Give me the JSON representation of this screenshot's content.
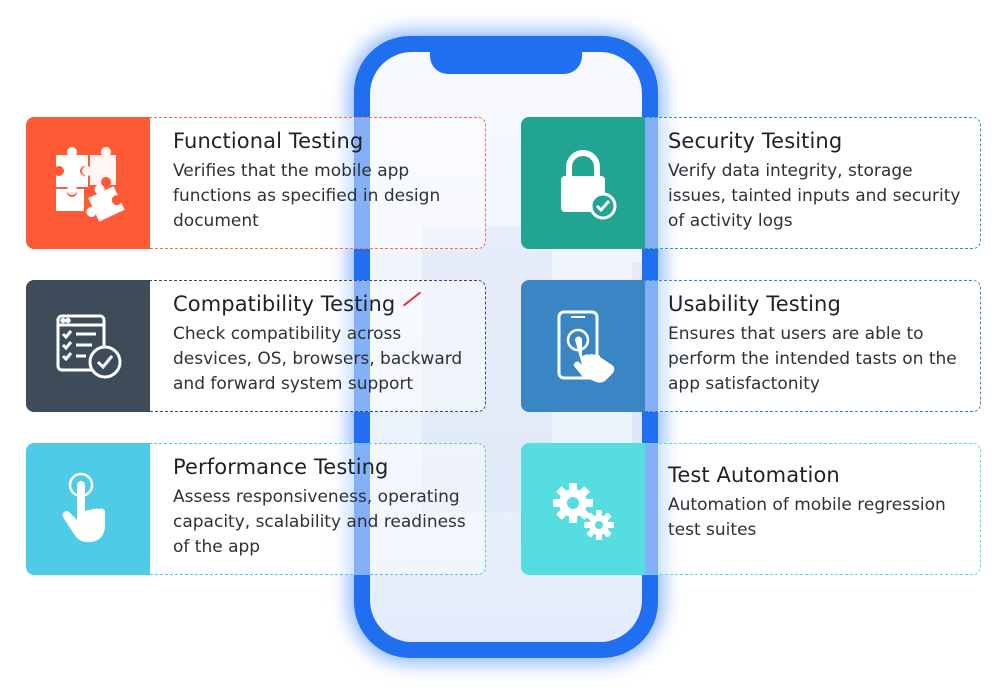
{
  "colors": {
    "phone_body": "#1f6ff0",
    "functional": "#ff5a36",
    "compatibility": "#3d4c58",
    "performance": "#4ecbe6",
    "security": "#21a592",
    "usability": "#3a86c4",
    "automation": "#55dde1"
  },
  "cards": {
    "functional": {
      "title": "Functional Testing",
      "desc": "Verifies that the mobile app functions as specified in design document",
      "icon": "puzzle-icon"
    },
    "compatibility": {
      "title": "Compatibility Testing",
      "desc": "Check compatibility across desvices, OS, browsers, backward and forward system support",
      "icon": "checklist-icon"
    },
    "performance": {
      "title": "Performance Testing",
      "desc": "Assess responsiveness, operating capacity, scalability and readiness of the app",
      "icon": "tap-hand-icon"
    },
    "security": {
      "title": "Security Tesiting",
      "desc": "Verify data integrity, storage issues, tainted inputs and security of activity logs",
      "icon": "padlock-icon"
    },
    "usability": {
      "title": "Usability Testing",
      "desc": "Ensures that users are able to perform the intended tasts on the app satisfactonity",
      "icon": "touch-phone-icon"
    },
    "automation": {
      "title": "Test Automation",
      "desc": "Automation of mobile regression test suites",
      "icon": "gears-icon"
    }
  }
}
